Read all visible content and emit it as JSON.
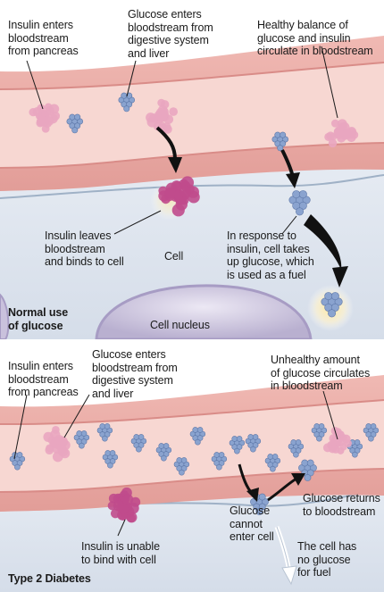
{
  "normal_panel": {
    "title": "Normal use\nof glucose",
    "labels": {
      "insulin_enters": "Insulin enters\nbloodstream\nfrom pancreas",
      "glucose_enters": "Glucose enters\nbloodstream from\ndigestive system\nand liver",
      "healthy_balance": "Healthy balance of\nglucose and insulin\ncirculate in bloodstream",
      "insulin_leaves": "Insulin leaves\nbloodstream\nand binds to cell",
      "cell": "Cell",
      "in_response": "In response to\ninsulin, cell takes\nup glucose, which\nis used as a fuel",
      "cell_nucleus": "Cell nucleus"
    }
  },
  "diabetes_panel": {
    "title": "Type 2 Diabetes",
    "labels": {
      "insulin_enters": "Insulin enters\nbloodstream\nfrom pancreas",
      "glucose_enters": "Glucose enters\nbloodstream from\ndigestive system\nand liver",
      "unhealthy_amount": "Unhealthy amount\nof glucose circulates\nin bloodstream",
      "glucose_cannot": "Glucose\ncannot\nenter cell",
      "glucose_returns": "Glucose returns\nto bloodstream",
      "insulin_unable": "Insulin is unable\nto bind with cell",
      "no_glucose": "The cell has\nno glucose\nfor fuel"
    }
  },
  "colors": {
    "vessel_wall": "#e9a7a3",
    "vessel_lumen": "#f6d4cf",
    "cell_area": "#dfe6ef",
    "insulin": "#c04b8c",
    "glucose": "#8aa3cf",
    "nucleus": "#c9c1dc"
  }
}
